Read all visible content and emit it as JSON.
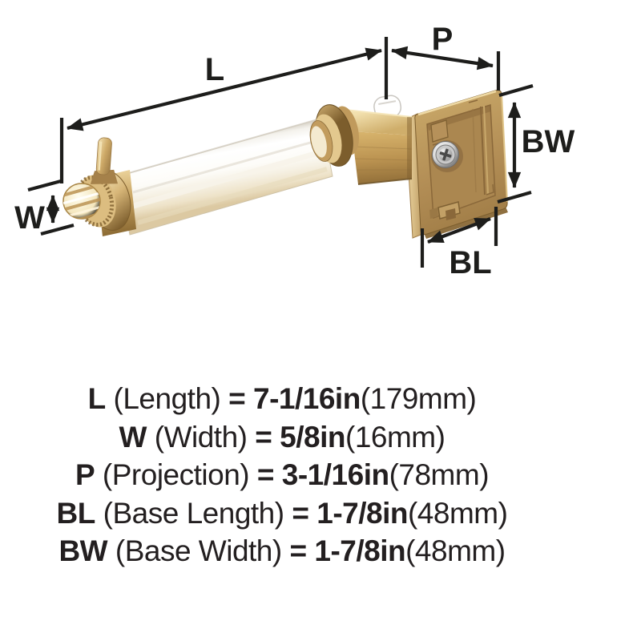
{
  "product": {
    "description": "Wall-mounted bath hardware dimension diagram (champagne bronze paper holder with clear roller and square wall plate)",
    "finish_color": "#bb9356",
    "accent_dark_gold": "#8a6a38",
    "accent_light_gold": "#f2e3b4",
    "screw_color": "#c9c9c9",
    "background_color": "#ffffff",
    "annotation_color": "#1d1d1b"
  },
  "diagram": {
    "labels": {
      "L": "L",
      "P": "P",
      "BW": "BW",
      "W": "W",
      "BL": "BL"
    }
  },
  "spec_lines": [
    {
      "symbol": "L",
      "name": "(Length)",
      "equals": "=",
      "value": "7-1/16in",
      "metric": "(179mm)"
    },
    {
      "symbol": "W",
      "name": "(Width)",
      "equals": "=",
      "value": "5/8in",
      "metric": "(16mm)"
    },
    {
      "symbol": "P",
      "name": "(Projection)",
      "equals": "=",
      "value": "3-1/16in",
      "metric": "(78mm)"
    },
    {
      "symbol": "BL",
      "name": "(Base Length)",
      "equals": "=",
      "value": "1-7/8in",
      "metric": "(48mm)"
    },
    {
      "symbol": "BW",
      "name": "(Base Width)",
      "equals": "=",
      "value": "1-7/8in",
      "metric": "(48mm)"
    }
  ]
}
